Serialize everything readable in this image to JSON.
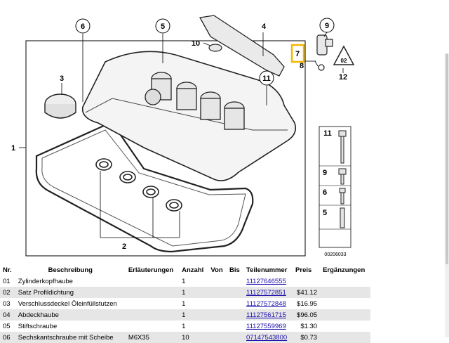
{
  "diagram": {
    "callouts": [
      {
        "num": "1"
      },
      {
        "num": "2"
      },
      {
        "num": "3"
      },
      {
        "num": "4"
      },
      {
        "num": "5"
      },
      {
        "num": "6"
      },
      {
        "num": "7"
      },
      {
        "num": "8"
      },
      {
        "num": "9"
      },
      {
        "num": "10"
      },
      {
        "num": "11"
      },
      {
        "num": "12"
      }
    ],
    "legend_nums": [
      "11",
      "9",
      "6",
      "5"
    ],
    "diagram_code": "00206033",
    "warning_label": "02"
  },
  "table": {
    "headers": [
      "Nr.",
      "Beschreibung",
      "Erläuterungen",
      "Anzahl",
      "Von",
      "Bis",
      "Teilenummer",
      "Preis",
      "Ergänzungen"
    ],
    "rows": [
      {
        "nr": "01",
        "desc": "Zylinderkopfhaube",
        "expl": "",
        "qty": "1",
        "from": "",
        "to": "",
        "part": "11127646555",
        "price": ""
      },
      {
        "nr": "02",
        "desc": "Satz Profildichtung",
        "expl": "",
        "qty": "1",
        "from": "",
        "to": "",
        "part": "11127572851",
        "price": "$41.12"
      },
      {
        "nr": "03",
        "desc": "Verschlussdeckel Öleinfüllstutzen",
        "expl": "",
        "qty": "1",
        "from": "",
        "to": "",
        "part": "11127572848",
        "price": "$16.95"
      },
      {
        "nr": "04",
        "desc": "Abdeckhaube",
        "expl": "",
        "qty": "1",
        "from": "",
        "to": "",
        "part": "11127561715",
        "price": "$96.05"
      },
      {
        "nr": "05",
        "desc": "Stiftschraube",
        "expl": "",
        "qty": "1",
        "from": "",
        "to": "",
        "part": "11127559969",
        "price": "$1.30"
      },
      {
        "nr": "06",
        "desc": "Sechskantschraube mit Scheibe",
        "expl": "M6X35",
        "qty": "10",
        "from": "",
        "to": "",
        "part": "07147543800",
        "price": "$0.73"
      }
    ]
  }
}
